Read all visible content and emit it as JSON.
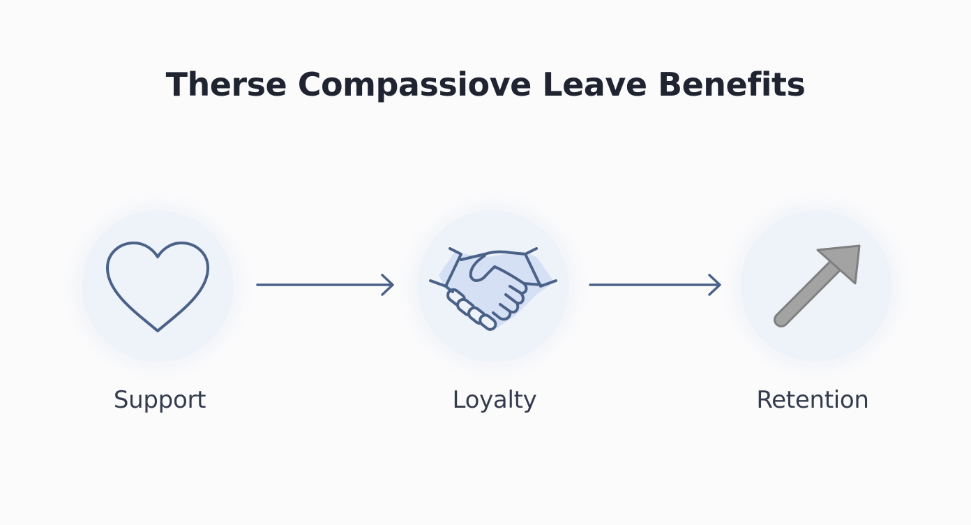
{
  "title": "Therse Compassiove Leave Benefits",
  "steps": [
    {
      "label": "Support",
      "icon": "heart-icon"
    },
    {
      "label": "Loyalty",
      "icon": "handshake-icon"
    },
    {
      "label": "Retention",
      "icon": "arrow-up-right-icon"
    }
  ],
  "colors": {
    "stroke": "#4a6188",
    "circle_bg": "#eef2f9",
    "handshake_fill": "#d6e0f5",
    "arrow_gray": "#a3a3a3",
    "arrow_gray_stroke": "#7f7f7f"
  }
}
